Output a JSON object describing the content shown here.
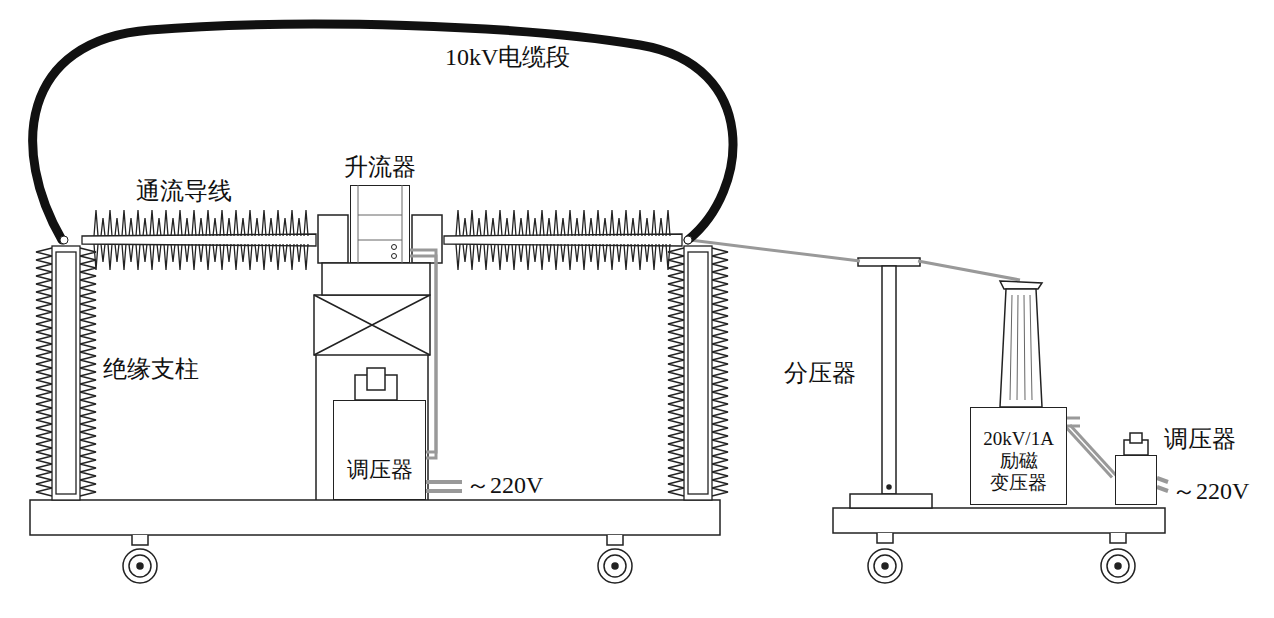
{
  "diagram": {
    "nodes": [
      {
        "text": [
          "升流器"
        ]
      },
      {
        "text": [
          "调压器"
        ]
      },
      {
        "text": [
          "20kV/1A 励磁 变压器"
        ]
      },
      {
        "text": [
          "调压器"
        ]
      }
    ],
    "edges": [
      {
        "from": 1,
        "to": 0,
        "arrow": "none"
      },
      {
        "from": 3,
        "to": 2,
        "arrow": "none"
      }
    ],
    "labels": [
      "10kV电缆段",
      "通流导线",
      "绝缘支柱",
      "～220V",
      "分压器",
      "～220V"
    ]
  }
}
